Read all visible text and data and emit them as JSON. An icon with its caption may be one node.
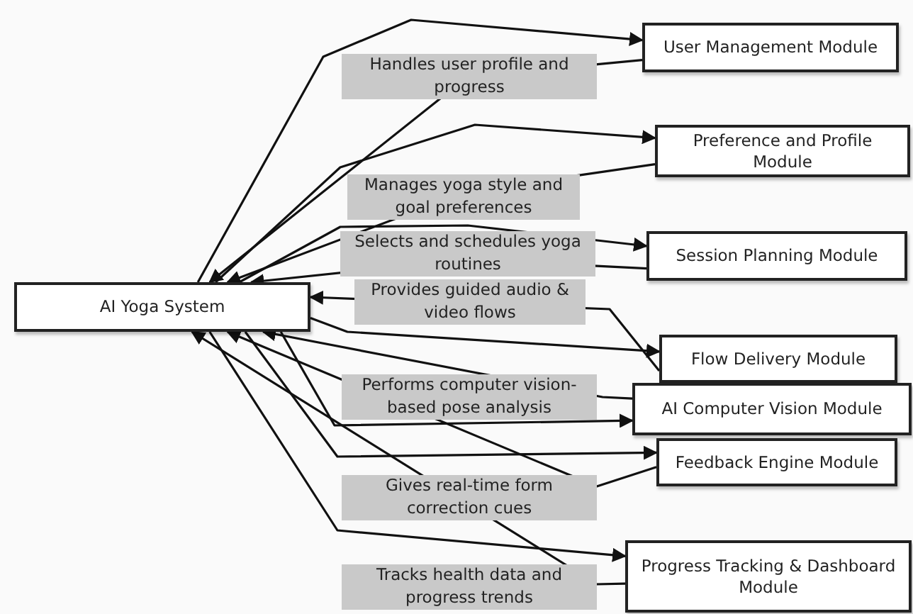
{
  "diagram": {
    "nodes": [
      {
        "text": [
          "AI Yoga System"
        ]
      },
      {
        "text": [
          "User Management Module"
        ]
      },
      {
        "text": [
          "Preference and Profile Module"
        ]
      },
      {
        "text": [
          "Session Planning Module"
        ]
      },
      {
        "text": [
          "Flow Delivery Module"
        ]
      },
      {
        "text": [
          "AI Computer Vision Module"
        ]
      },
      {
        "text": [
          "Feedback Engine Module"
        ]
      },
      {
        "text": [
          "Progress Tracking & Dashboard Module"
        ]
      }
    ],
    "edges": [
      {
        "from": 0,
        "to": 1,
        "arrow": "to"
      },
      {
        "from": 1,
        "to": 0,
        "arrow": "to",
        "label": "Handles user profile and progress"
      },
      {
        "from": 0,
        "to": 2,
        "arrow": "to"
      },
      {
        "from": 2,
        "to": 0,
        "arrow": "to",
        "label": "Manages yoga style and goal preferences"
      },
      {
        "from": 0,
        "to": 3,
        "arrow": "to"
      },
      {
        "from": 3,
        "to": 0,
        "arrow": "to",
        "label": "Selects and schedules yoga routines"
      },
      {
        "from": 0,
        "to": 4,
        "arrow": "to"
      },
      {
        "from": 4,
        "to": 0,
        "arrow": "to",
        "label": "Provides guided audio & video flows"
      },
      {
        "from": 0,
        "to": 5,
        "arrow": "to"
      },
      {
        "from": 5,
        "to": 0,
        "arrow": "to",
        "label": "Performs computer vision-based pose analysis"
      },
      {
        "from": 0,
        "to": 6,
        "arrow": "to"
      },
      {
        "from": 6,
        "to": 0,
        "arrow": "to",
        "label": "Gives real-time form correction cues"
      },
      {
        "from": 0,
        "to": 7,
        "arrow": "to"
      },
      {
        "from": 7,
        "to": 0,
        "arrow": "to",
        "label": "Tracks health data and progress trends"
      }
    ]
  }
}
